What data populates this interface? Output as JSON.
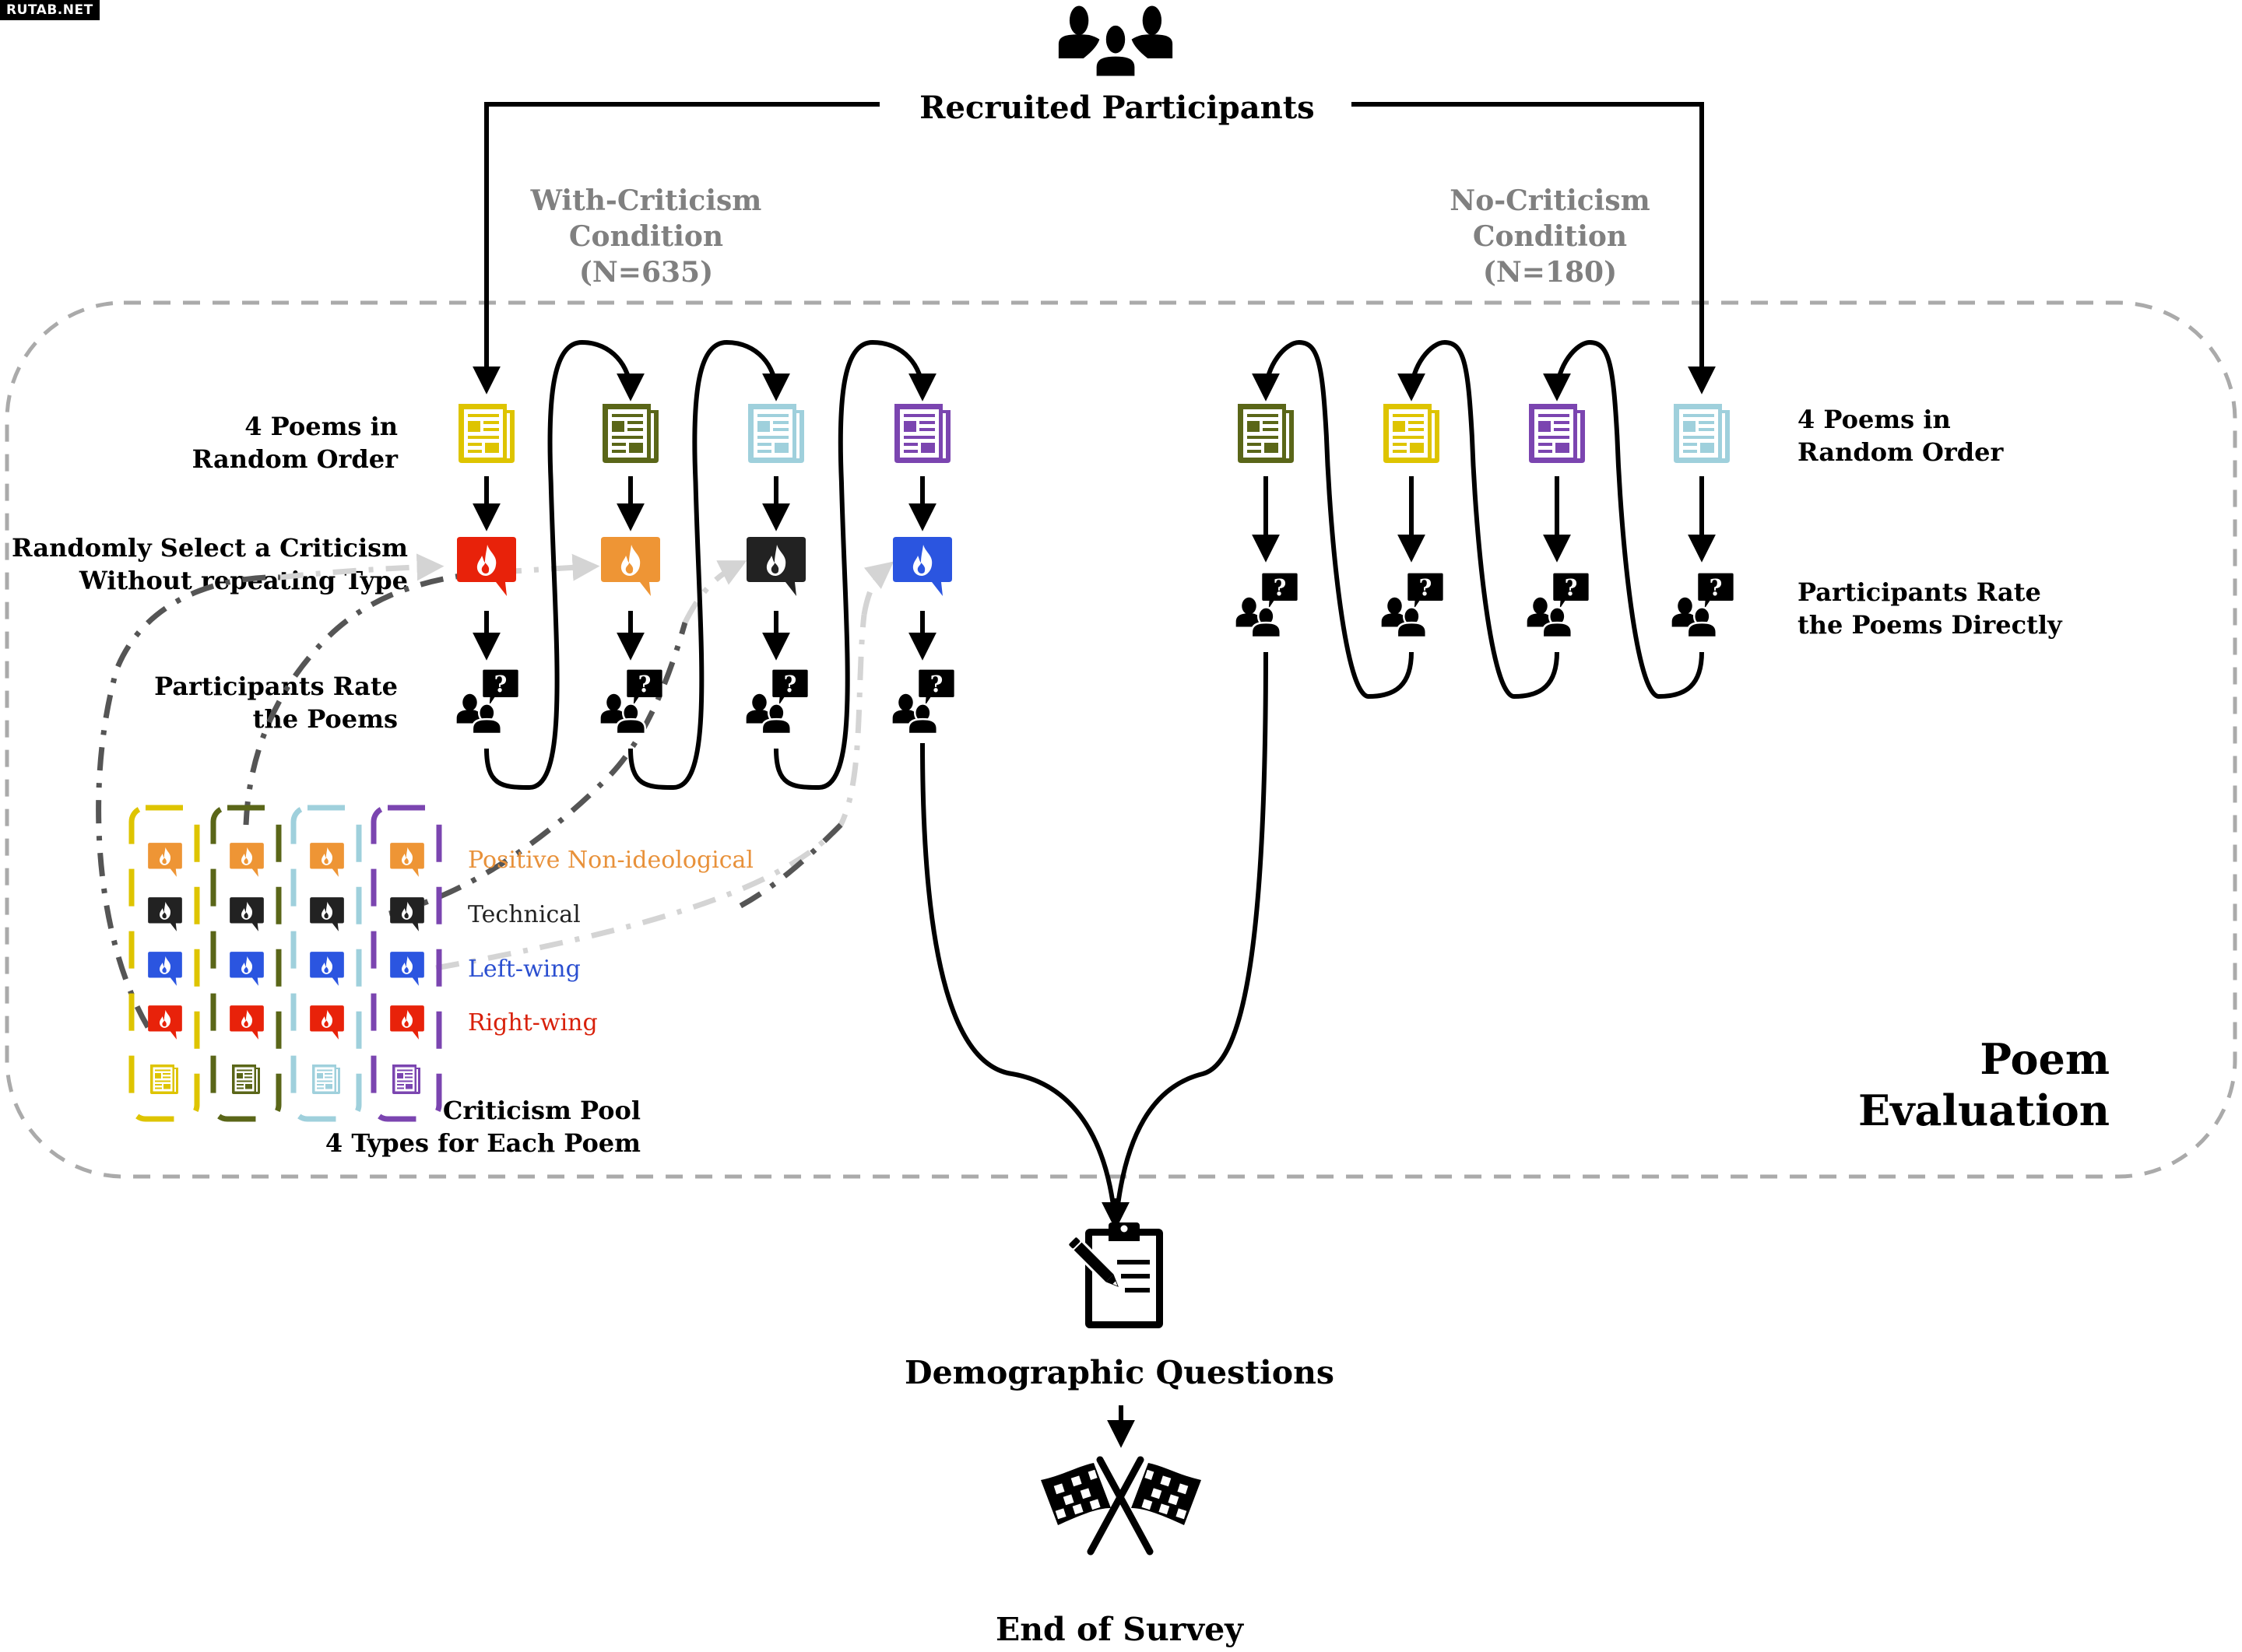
{
  "watermark": "RUTAB.NET",
  "top": {
    "icon": "group-icon",
    "label": "Recruited Participants"
  },
  "conditions": {
    "with_criticism": {
      "title_lines": [
        "With-Criticism",
        "Condition",
        "(N=635)"
      ],
      "poem_label_lines": [
        "4 Poems in",
        "Random Order"
      ],
      "criticism_label_lines": [
        "Randomly Select a Criticism",
        "Without repeating Type"
      ],
      "rate_label_lines": [
        "Participants Rate",
        "the Poems"
      ],
      "poem_order": [
        "yellow",
        "olive",
        "lightblue",
        "purple"
      ],
      "criticism_order": [
        "right_wing",
        "positive",
        "technical",
        "left_wing"
      ]
    },
    "no_criticism": {
      "title_lines": [
        "No-Criticism",
        "Condition",
        "(N=180)"
      ],
      "poem_label_lines": [
        "4 Poems in",
        "Random Order"
      ],
      "rate_label_lines": [
        "Participants Rate",
        "the Poems Directly"
      ],
      "poem_order": [
        "olive",
        "yellow",
        "purple",
        "lightblue"
      ]
    }
  },
  "pool": {
    "title_lines": [
      "Criticism Pool",
      "4 Types for Each Poem"
    ],
    "types": [
      {
        "key": "positive",
        "label": "Positive Non-ideological",
        "color": "#EE9535"
      },
      {
        "key": "technical",
        "label": "Technical",
        "color": "#222222"
      },
      {
        "key": "left_wing",
        "label": "Left-wing",
        "color": "#2B55E0"
      },
      {
        "key": "right_wing",
        "label": "Right-wing",
        "color": "#E8220A"
      }
    ],
    "poems": [
      "yellow",
      "olive",
      "lightblue",
      "purple"
    ]
  },
  "poem_colors": {
    "yellow": "#DEC400",
    "olive": "#5A6618",
    "lightblue": "#9FD0DC",
    "purple": "#7B45B0"
  },
  "label_colors": {
    "positive": "#E8913A",
    "technical": "#222222",
    "left_wing": "#2B4FD0",
    "right_wing": "#D8200A"
  },
  "section_label_lines": [
    "Poem",
    "Evaluation"
  ],
  "final_steps": {
    "demographic": {
      "icon": "clipboard-pencil-icon",
      "label": "Demographic Questions"
    },
    "end": {
      "icon": "checkered-flags-icon",
      "label": "End of Survey"
    }
  },
  "colors": {
    "dashed_border": "#AAAAAA",
    "condition_title": "#808080",
    "pool_link_dark": "#555555",
    "pool_link_light": "#D4D4D4"
  }
}
